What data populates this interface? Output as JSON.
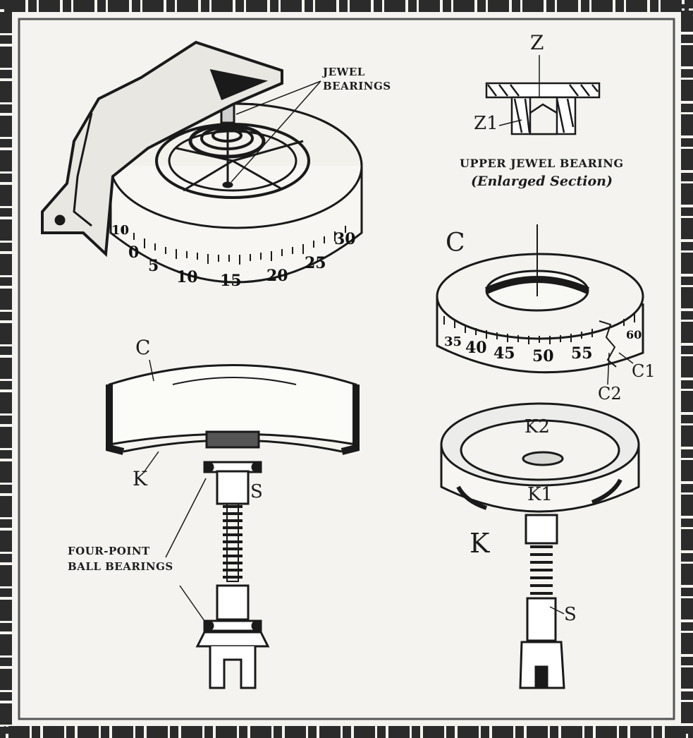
{
  "labels": {
    "jewel_bearings_line1": "JEWEL",
    "jewel_bearings_line2": "BEARINGS",
    "z": "Z",
    "z1": "Z1",
    "upper_jewel_bearing": "UPPER JEWEL BEARING",
    "enlarged_section": "(Enlarged Section)",
    "c_top": "C",
    "c_left": "C",
    "c1": "C1",
    "c2": "C2",
    "k2": "K2",
    "k1": "K1",
    "k_right": "K",
    "k_left": "K",
    "s_left": "S",
    "s_right": "S",
    "ball_bearings_line1": "FOUR-POINT",
    "ball_bearings_line2": "BALL BEARINGS"
  },
  "dial_top": [
    "0",
    "5",
    "10",
    "15",
    "20",
    "25",
    "30"
  ],
  "dial_top_partial": "10",
  "dial_right": [
    "35",
    "40",
    "45",
    "50",
    "55"
  ],
  "dial_right_partial": "60"
}
